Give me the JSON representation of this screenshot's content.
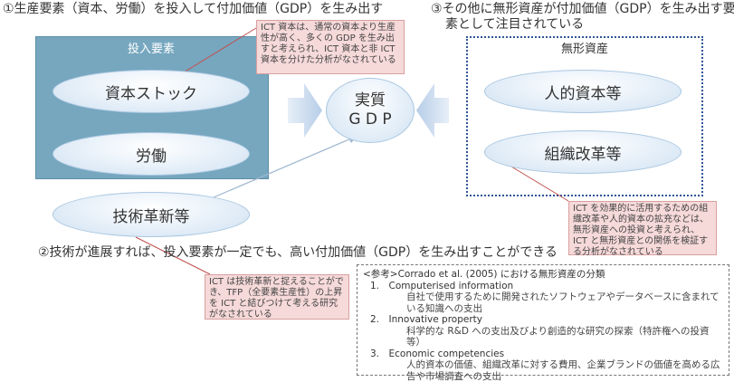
{
  "heading1": "①生産要素（資本、労働）を投入して付加価値（GDP）を生み出す",
  "heading2": "②技術が進展すれば、投入要素が一定でも、高い付加価値（GDP）を生み出すことができる",
  "heading3_line1": "③その他に無形資産が付加価値（GDP）を生み出す要",
  "heading3_line2": "素として注目されている",
  "input_box_title": "投入要素",
  "intangible_box_title": "無形資産",
  "ellipses": {
    "capital_stock": "資本ストック",
    "labor": "労働",
    "gdp_line1": "実質",
    "gdp_line2": "G D P",
    "tech": "技術革新等",
    "human_capital": "人的資本等",
    "org_reform": "組織改革等"
  },
  "notes": {
    "ict_capital": "ICT 資本は、通常の資本より生産性が高く、多くの GDP を生み出すと考えられ、ICT 資本と非 ICT 資本を分けた分析がなされている",
    "ict_intangible": "ICT を効果的に活用するための組織改革や人的資本の拡充などは、無形資産への投資と考えられ、ICT と無形資産との関係を検証する分析がなされている",
    "ict_tech": "ICT は技術革新と捉えることができ、TFP（全要素生産性）の上昇を ICT と結びつけて考える研究がなされている"
  },
  "reference": {
    "title": "<参考>Corrado et al. (2005) における無形資産の分類",
    "items": [
      {
        "label": "1.　Computerised information",
        "desc": "自社で使用するために開発されたソフトウェアやデータベースに含まれている知識への支出"
      },
      {
        "label": "2.　Innovative property",
        "desc": "科学的な R&D への支出及びより創造的な研究の探索（特許権への投資等）"
      },
      {
        "label": "3.　Economic competencies",
        "desc": "人的資本の価値、組織改革に対する費用、企業ブランドの価値を高める広告や市場調査への支出"
      }
    ]
  },
  "colors": {
    "input_box": "#76a7bf",
    "intangible_border": "#2f5597",
    "note_bg": "#f6d9d9",
    "connector": "#c0504d",
    "arrow": "#c6d9ef"
  }
}
